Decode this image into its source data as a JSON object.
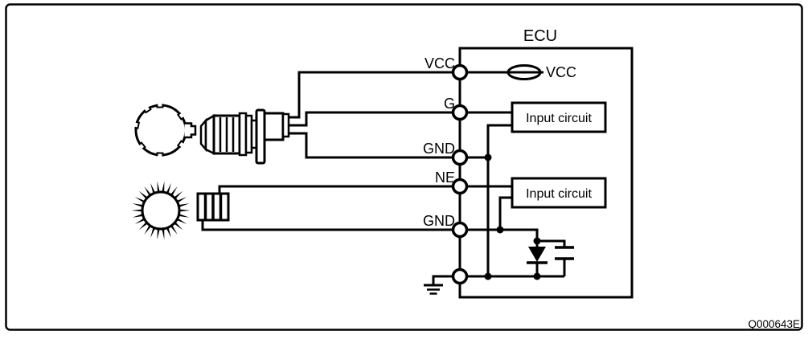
{
  "figure": {
    "ecu_label": "ECU",
    "figure_code": "Q000643E",
    "power_symbol_label": "VCC",
    "terminals": [
      {
        "id": "vcc",
        "label": "VCC"
      },
      {
        "id": "g",
        "label": "G"
      },
      {
        "id": "gnd1",
        "label": "GND"
      },
      {
        "id": "ne",
        "label": "NE"
      },
      {
        "id": "gnd2",
        "label": "GND"
      }
    ],
    "input_circuit_boxes": [
      {
        "label": "Input circuit"
      },
      {
        "label": "Input circuit"
      }
    ],
    "icons": [
      "cam-pulley-icon",
      "cam-sensor-icon",
      "toothed-rotor-icon",
      "pickup-coil-icon",
      "vcc-source-icon",
      "diode-icon",
      "capacitor-icon",
      "ground-icon"
    ],
    "colors": {
      "line": "#000000",
      "background": "#ffffff"
    }
  }
}
